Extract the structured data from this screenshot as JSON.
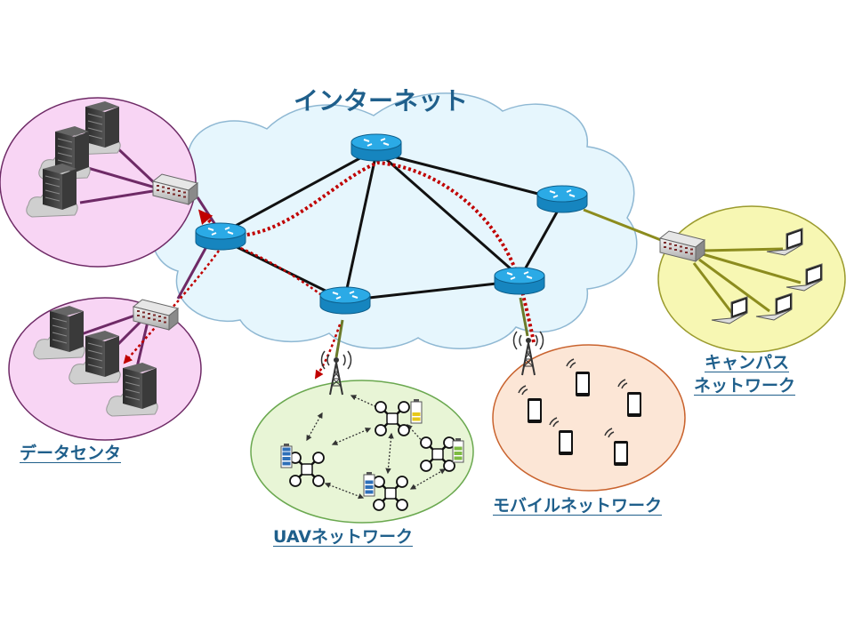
{
  "diagram": {
    "title": "インターネット",
    "labels": {
      "datacenter": "データセンタ",
      "uav": "UAVネットワーク",
      "mobile": "モバイルネットワーク",
      "campus_line1": "キャンパス",
      "campus_line2": "ネットワーク"
    },
    "colors": {
      "cloud_fill": "#E6F6FD",
      "cloud_stroke": "#8FB8D3",
      "router": "#1E9BD7",
      "link": "#111111",
      "path": "#C00000",
      "datacenter_fill": "#F8D5F4",
      "datacenter_stroke": "#6E2A66",
      "uav_fill": "#E8F5D6",
      "uav_stroke": "#6AA84F",
      "mobile_fill": "#FCE6D6",
      "mobile_stroke": "#C9632E",
      "campus_fill": "#F7F7B3",
      "campus_stroke": "#9B9B2E",
      "label": "#1F5F8B"
    },
    "icons": [
      "server-icon",
      "switch-icon",
      "router-icon",
      "antenna-tower-icon",
      "drone-icon",
      "battery-icon",
      "smartphone-icon",
      "laptop-icon"
    ]
  }
}
